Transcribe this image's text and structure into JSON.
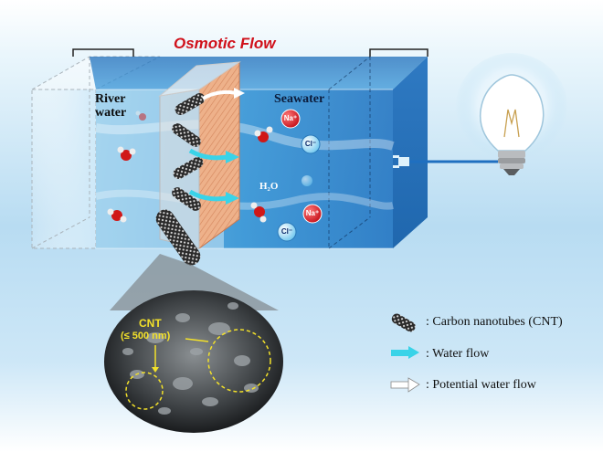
{
  "title": "Osmotic Flow",
  "labels": {
    "river_line1": "River",
    "river_line2": "water",
    "seawater": "Seawater",
    "h2o": "H₂O",
    "na": "Na⁺",
    "cl": "Cl⁻"
  },
  "inset": {
    "cnt_label": "CNT",
    "cnt_size": "(≤ 500 nm)"
  },
  "legend": [
    {
      "icon": "carbon-nanotube-icon",
      "text": ": Carbon nanotubes (CNT)"
    },
    {
      "icon": "water-flow-arrow-icon",
      "text": ": Water flow"
    },
    {
      "icon": "potential-flow-arrow-icon",
      "text": ": Potential water flow"
    }
  ],
  "colors": {
    "title": "#d0101a",
    "water_flow": "#39d3e8",
    "membrane": "#e8a77d",
    "cnt_annotation": "#f3e12a"
  }
}
